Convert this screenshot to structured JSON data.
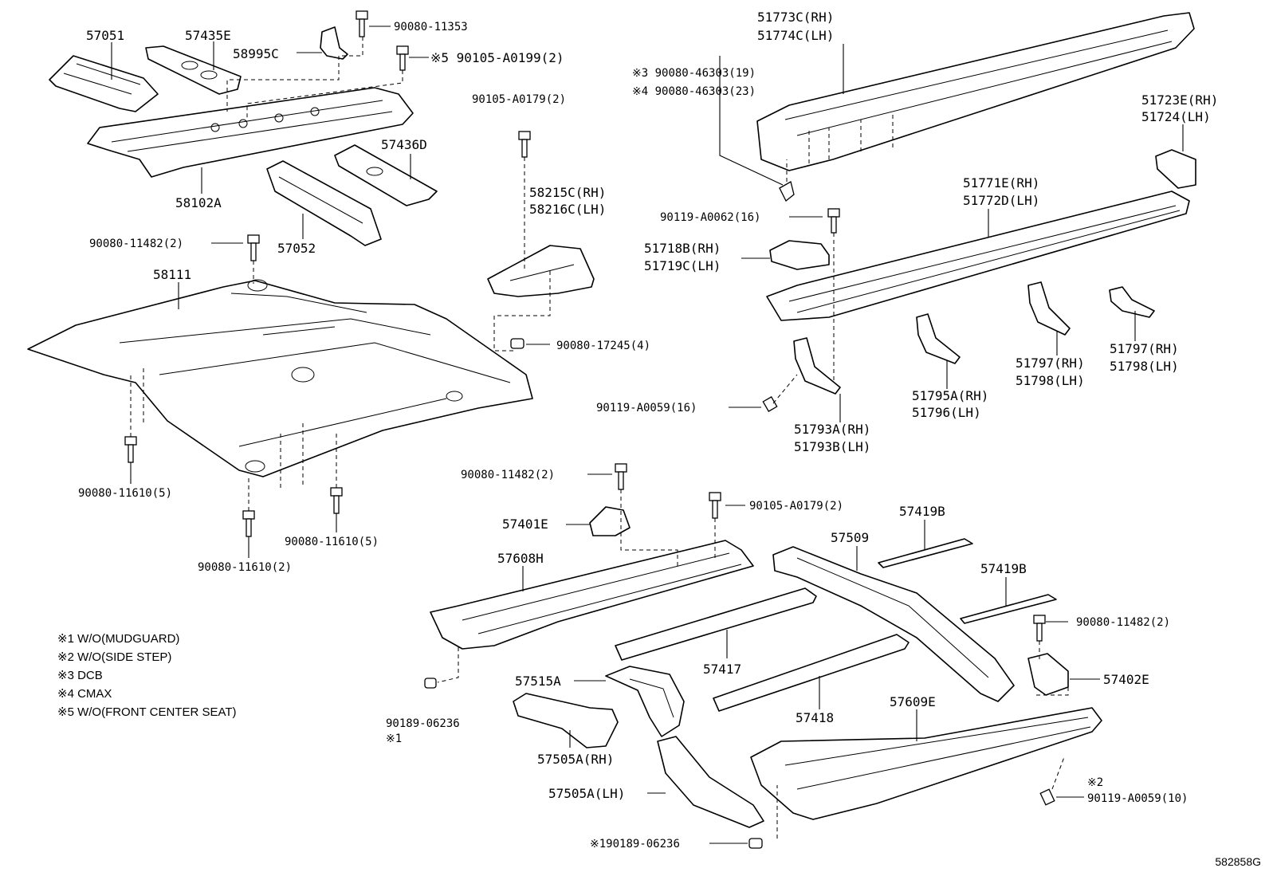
{
  "callouts": {
    "c57051": "57051",
    "c57435E": "57435E",
    "c58995C": "58995C",
    "c90080_11353": "90080-11353",
    "c90105_A0199": "※5 90105-A0199(2)",
    "c58102A": "58102A",
    "c57436D": "57436D",
    "c57052": "57052",
    "c90080_11482_a": "90080-11482(2)",
    "c58111": "58111",
    "c90105_A0179_a": "90105-A0179(2)",
    "c58215C": "58215C(RH)",
    "c58216C": "58216C(LH)",
    "c90080_17245": "90080-17245(4)",
    "c90080_11610_a": "90080-11610(5)",
    "c90080_11610_b": "90080-11610(5)",
    "c90080_11610_c": "90080-11610(2)",
    "c51773C": "51773C(RH)",
    "c51774C": "51774C(LH)",
    "c90080_46303_19": "※3  90080-46303(19)",
    "c90080_46303_23": "※4  90080-46303(23)",
    "c51723E": "51723E(RH)",
    "c51724": "51724(LH)",
    "c51771E": "51771E(RH)",
    "c51772D": "51772D(LH)",
    "c90119_A0062": "90119-A0062(16)",
    "c51718B": "51718B(RH)",
    "c51719C": "51719C(LH)",
    "c51797_a": "51797(RH)",
    "c51798_a": "51798(LH)",
    "c51797_b": "51797(RH)",
    "c51798_b": "51798(LH)",
    "c51795A": "51795A(RH)",
    "c51796": "51796(LH)",
    "c90119_A0059_a": "90119-A0059(16)",
    "c51793A": "51793A(RH)",
    "c51793B": "51793B(LH)",
    "c90080_11482_b": "90080-11482(2)",
    "c57401E": "57401E",
    "c90105_A0179_b": "90105-A0179(2)",
    "c57509": "57509",
    "c57419B_a": "57419B",
    "c57608H": "57608H",
    "c57419B_b": "57419B",
    "c90080_11482_c": "90080-11482(2)",
    "c57417": "57417",
    "c57402E": "57402E",
    "c57515A": "57515A",
    "c90189_06236_a": "90189-06236",
    "c_mark1": "※1",
    "c57418": "57418",
    "c57609E": "57609E",
    "c57505A_RH": "57505A(RH)",
    "c57505A_LH": "57505A(LH)",
    "c_mark2": "※2",
    "c90119_A0059_b": "90119-A0059(10)",
    "c90189_06236_b": "※190189-06236"
  },
  "legend": [
    "※1 W/O(MUDGUARD)",
    "※2 W/O(SIDE STEP)",
    "※3 DCB",
    "※4 CMAX",
    "※5 W/O(FRONT CENTER SEAT)"
  ],
  "diagram_code": "582858G"
}
